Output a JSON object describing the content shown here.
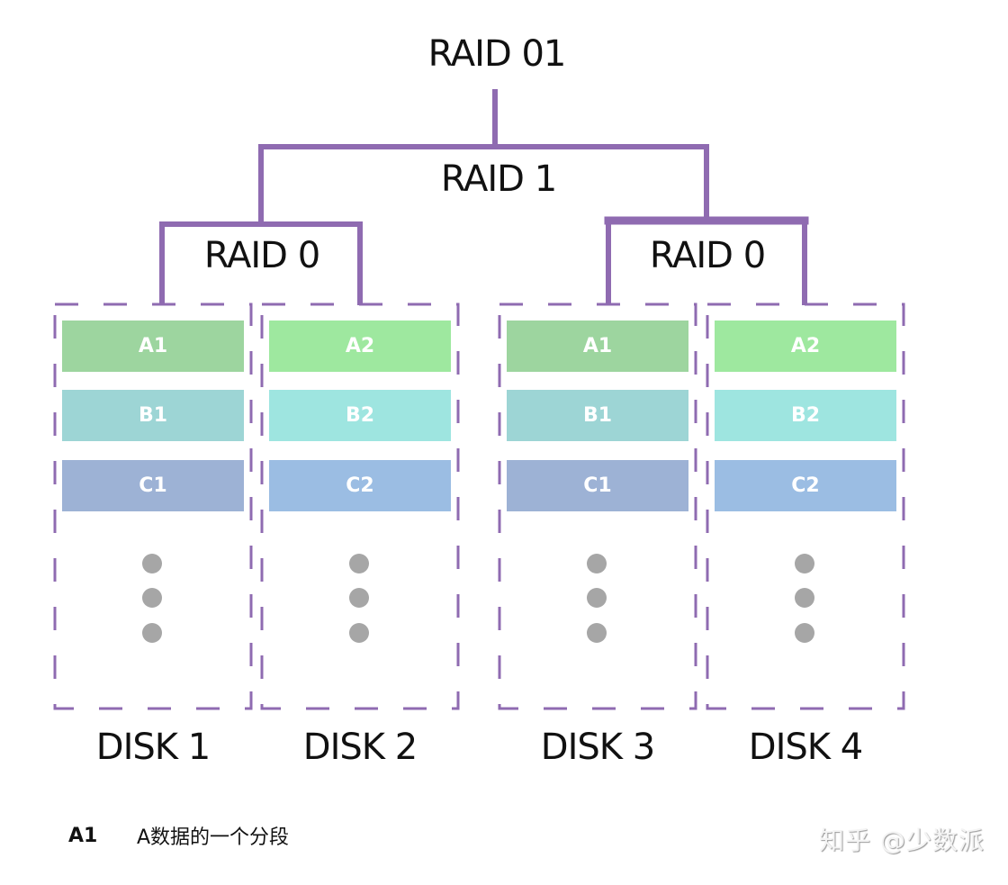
{
  "title": "RAID 01",
  "mirror_level": {
    "label": "RAID 1"
  },
  "stripe_groups": [
    {
      "label": "RAID 0",
      "disks": [
        0,
        1
      ]
    },
    {
      "label": "RAID 0",
      "disks": [
        2,
        3
      ]
    }
  ],
  "disks": [
    {
      "label": "DISK 1",
      "blocks": [
        {
          "label": "A1",
          "color": "#9dd59f"
        },
        {
          "label": "B1",
          "color": "#9dd5d5"
        },
        {
          "label": "C1",
          "color": "#9db2d5"
        }
      ],
      "continuation": "more-blocks"
    },
    {
      "label": "DISK 2",
      "blocks": [
        {
          "label": "A2",
          "color": "#9ee89f"
        },
        {
          "label": "B2",
          "color": "#9ee5e0"
        },
        {
          "label": "C2",
          "color": "#9bbde3"
        }
      ],
      "continuation": "more-blocks"
    },
    {
      "label": "DISK 3",
      "blocks": [
        {
          "label": "A1",
          "color": "#9dd59f"
        },
        {
          "label": "B1",
          "color": "#9dd5d5"
        },
        {
          "label": "C1",
          "color": "#9db2d5"
        }
      ],
      "continuation": "more-blocks"
    },
    {
      "label": "DISK 4",
      "blocks": [
        {
          "label": "A2",
          "color": "#9ee89f"
        },
        {
          "label": "B2",
          "color": "#9ee5e0"
        },
        {
          "label": "C2",
          "color": "#9bbde3"
        }
      ],
      "continuation": "more-blocks"
    }
  ],
  "colors": {
    "tree_line": "#8f6bb1",
    "disk_frame": "#8f6bb1",
    "ellipsis_dot": "#a6a6a6"
  },
  "legend": {
    "key": "A1",
    "description": "A数据的一个分段"
  },
  "watermark": "知乎 @少数派"
}
